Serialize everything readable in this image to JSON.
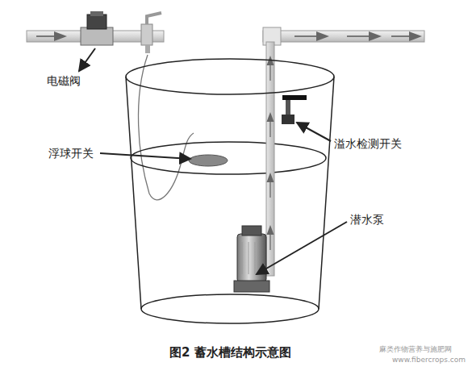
{
  "diagram": {
    "caption": "图2 蓄水槽结构示意图",
    "labels": [
      "电磁阀",
      "浮球开关",
      "溢水检测开关",
      "潜水泵",
      "麻类作物营养与施肥网",
      "www.fibercrops.com"
    ]
  }
}
